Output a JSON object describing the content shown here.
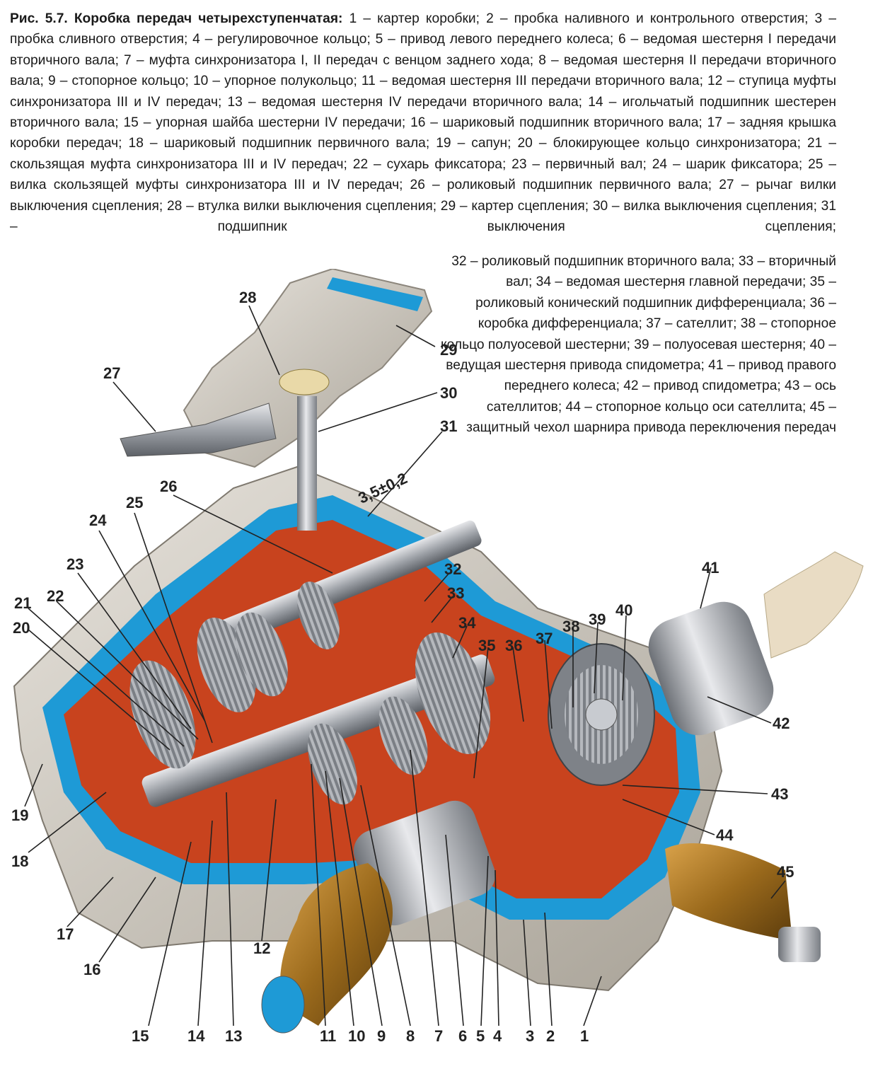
{
  "caption": {
    "title": "Рис. 5.7. Коробка передач четырехступенчатая:",
    "top_text": "1 – картер коробки; 2 – пробка наливного и контрольного отверстия; 3 – пробка сливного отверстия; 4 – регулировочное кольцо; 5 – привод левого переднего колеса; 6 – ведомая шестерня I передачи вторичного вала; 7 – муфта синхронизатора I, II передач с венцом заднего хода; 8 – ведомая шестерня II передачи вторичного вала; 9 – стопорное кольцо; 10 – упорное полукольцо; 11 – ведомая шестерня III передачи вторичного вала; 12 – ступица муфты синхронизатора III и IV передач; 13 – ведомая шестерня IV передачи вторичного вала; 14 – игольчатый подшипник шестерен вторичного вала; 15 – упорная шайба шестерни IV передачи; 16 – шариковый подшипник вторичного вала; 17 – задняя крышка коробки передач; 18 – шариковый подшипник первичного вала; 19 – сапун; 20 – блокирующее кольцо синхронизатора; 21 – скользящая муфта синхронизатора III и IV передач; 22 – сухарь фиксатора; 23 – первичный вал; 24 – шарик фиксатора; 25 – вилка скользящей муфты синхронизатора III и IV передач; 26 – роликовый подшипник первичного вала; 27 – рычаг вилки выключения сцепления; 28 – втулка вилки выключения сцепления; 29 – картер сцепления; 30 – вилка выключения сцепления; 31 – подшипник выключения сцепления;",
    "right_text": "32 – роликовый подшипник вторичного вала; 33 – вторичный вал; 34 – ведомая шестерня главной передачи; 35 – роликовый конический подшипник дифференциала; 36 – коробка дифференциала; 37 – сателлит; 38 – стопорное кольцо полуосевой шестерни; 39 – полуосевая шестерня; 40 – ведущая шестерня привода спидометра; 41 – привод правого переднего колеса; 42 – привод спидометра; 43 – ось сателлитов; 44 – стопорное кольцо оси сателлита; 45 – защитный чехол шарнира привода переключения передач"
  },
  "dimension_label": "3,5±0,2",
  "callouts": [
    "1",
    "2",
    "3",
    "4",
    "5",
    "6",
    "7",
    "8",
    "9",
    "10",
    "11",
    "12",
    "13",
    "14",
    "15",
    "16",
    "17",
    "18",
    "19",
    "20",
    "21",
    "22",
    "23",
    "24",
    "25",
    "26",
    "27",
    "28",
    "29",
    "30",
    "31",
    "32",
    "33",
    "34",
    "35",
    "36",
    "37",
    "38",
    "39",
    "40",
    "41",
    "42",
    "43",
    "44",
    "45"
  ],
  "colors": {
    "casing": "#c9c4bb",
    "section_blue": "#1e9ad6",
    "interior_red": "#c8431e",
    "steel": "#a7aab0",
    "boot": "#a5741f",
    "boot_light": "#e9dcc4"
  }
}
